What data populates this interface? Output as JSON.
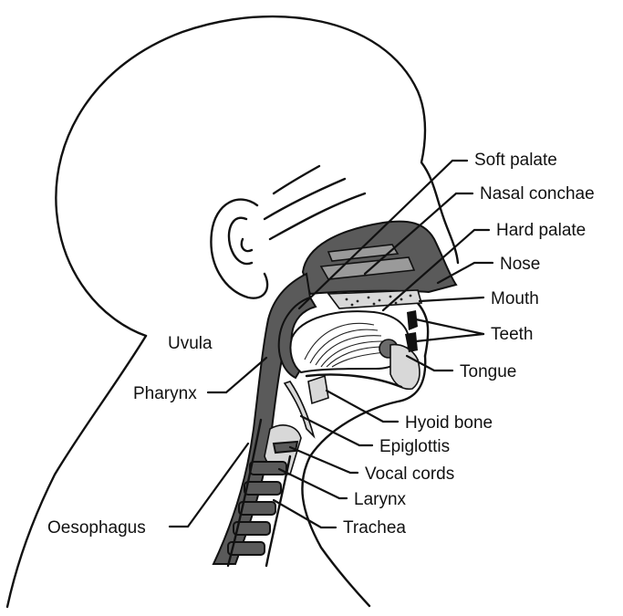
{
  "labels": {
    "soft_palate": "Soft palate",
    "nasal_conchae": "Nasal conchae",
    "hard_palate": "Hard palate",
    "nose": "Nose",
    "mouth": "Mouth",
    "teeth": "Teeth",
    "tongue": "Tongue",
    "uvula": "Uvula",
    "pharynx": "Pharynx",
    "hyoid_bone": "Hyoid bone",
    "epiglottis": "Epiglottis",
    "vocal_cords": "Vocal cords",
    "larynx": "Larynx",
    "oesophagus": "Oesophagus",
    "trachea": "Trachea"
  },
  "colors": {
    "dark_tissue": "#5a5a5a",
    "mid_tissue": "#9a9a9a",
    "light_tissue": "#d8d8d8",
    "outline": "#111111",
    "background": "#ffffff"
  }
}
